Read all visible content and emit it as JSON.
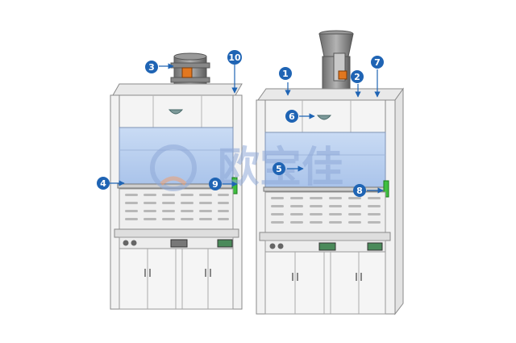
{
  "watermark": {
    "text": "欧宝佳",
    "color": "#8fa9d8"
  },
  "colors": {
    "callout_fill": "#1f64b4",
    "callout_text": "#ffffff",
    "arrow": "#1f64b4",
    "cabinet_line": "#8a8a8a",
    "cabinet_fill": "#f4f4f4",
    "glass": "#bfd3f0",
    "accent_green": "#3fbf3f",
    "fan_orange": "#e2771f"
  },
  "callouts": [
    {
      "id": "1",
      "label": "1"
    },
    {
      "id": "2",
      "label": "2"
    },
    {
      "id": "3",
      "label": "3"
    },
    {
      "id": "4",
      "label": "4"
    },
    {
      "id": "5",
      "label": "5"
    },
    {
      "id": "6",
      "label": "6"
    },
    {
      "id": "7",
      "label": "7"
    },
    {
      "id": "8",
      "label": "8"
    },
    {
      "id": "9",
      "label": "9"
    },
    {
      "id": "10",
      "label": "10"
    }
  ]
}
